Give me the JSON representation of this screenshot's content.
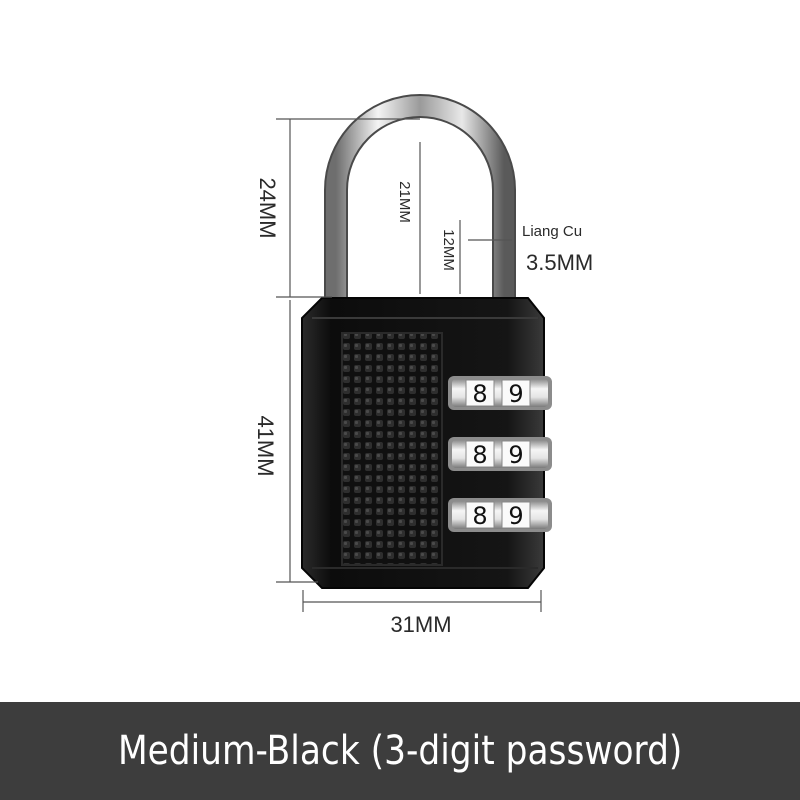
{
  "dimensions": {
    "shackle_height": "24MM",
    "inner_height": "21MM",
    "inner_width": "12MM",
    "material_label": "Liang Cu",
    "shackle_diameter": "3.5MM",
    "body_height": "41MM",
    "body_width": "31MM"
  },
  "dials": [
    {
      "left_digit": "8",
      "right_digit": "9"
    },
    {
      "left_digit": "8",
      "right_digit": "9"
    },
    {
      "left_digit": "8",
      "right_digit": "9"
    }
  ],
  "product": {
    "variant_title": "Medium-Black (3-digit password)"
  },
  "colors": {
    "lock_body": "#131313",
    "banner_bg": "#3d3d3d",
    "dimension_line": "#555555"
  }
}
